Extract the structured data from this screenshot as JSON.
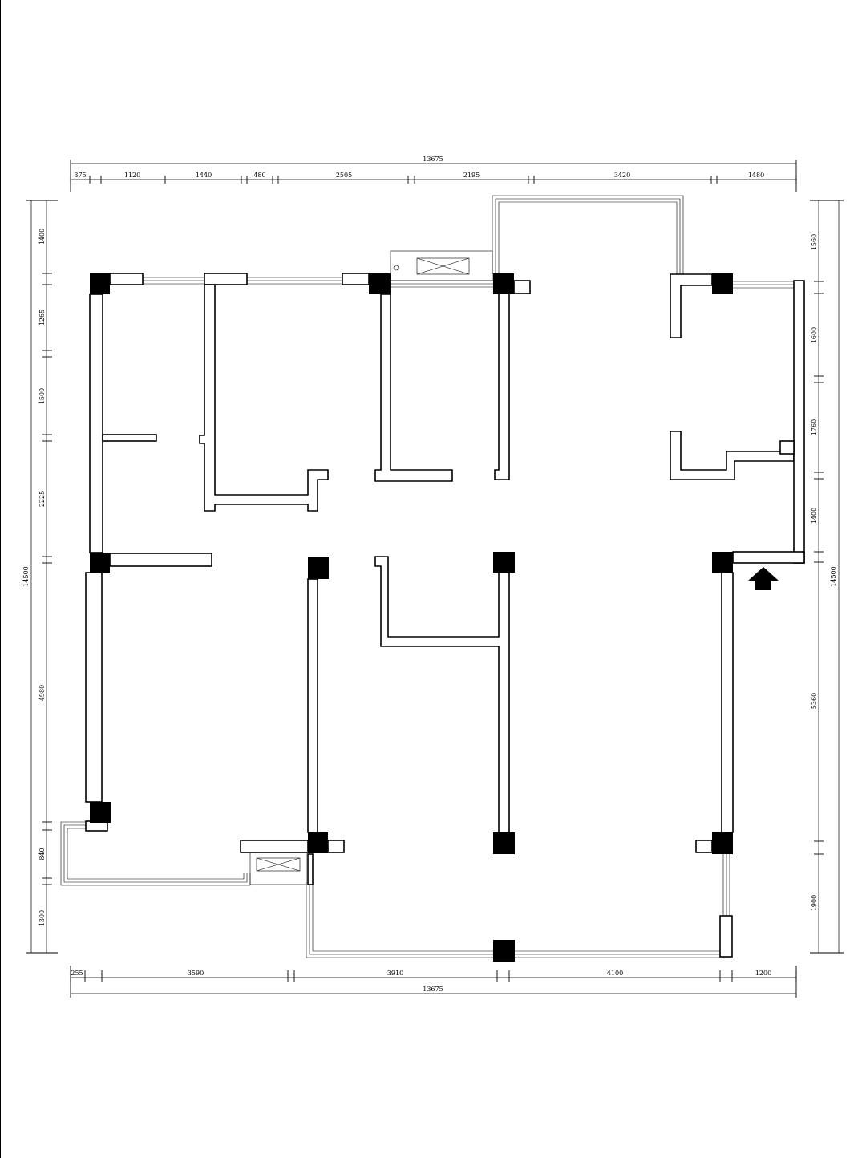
{
  "plan": {
    "top_total": "13675",
    "top_segments": [
      "375",
      "1120",
      "1440",
      "480",
      "2505",
      "2195",
      "3420",
      "1480"
    ],
    "bottom_total": "13675",
    "bottom_segments": [
      "255",
      "3590",
      "3910",
      "4100",
      "1200"
    ],
    "left_total": "14500",
    "left_segments": [
      "1400",
      "1265",
      "1500",
      "2225",
      "4980",
      "840",
      "1300"
    ],
    "right_total": "14500",
    "right_segments": [
      "1560",
      "1600",
      "1760",
      "1400",
      "5360",
      "1900"
    ],
    "entrance_arrow": "arrow-up-icon"
  }
}
